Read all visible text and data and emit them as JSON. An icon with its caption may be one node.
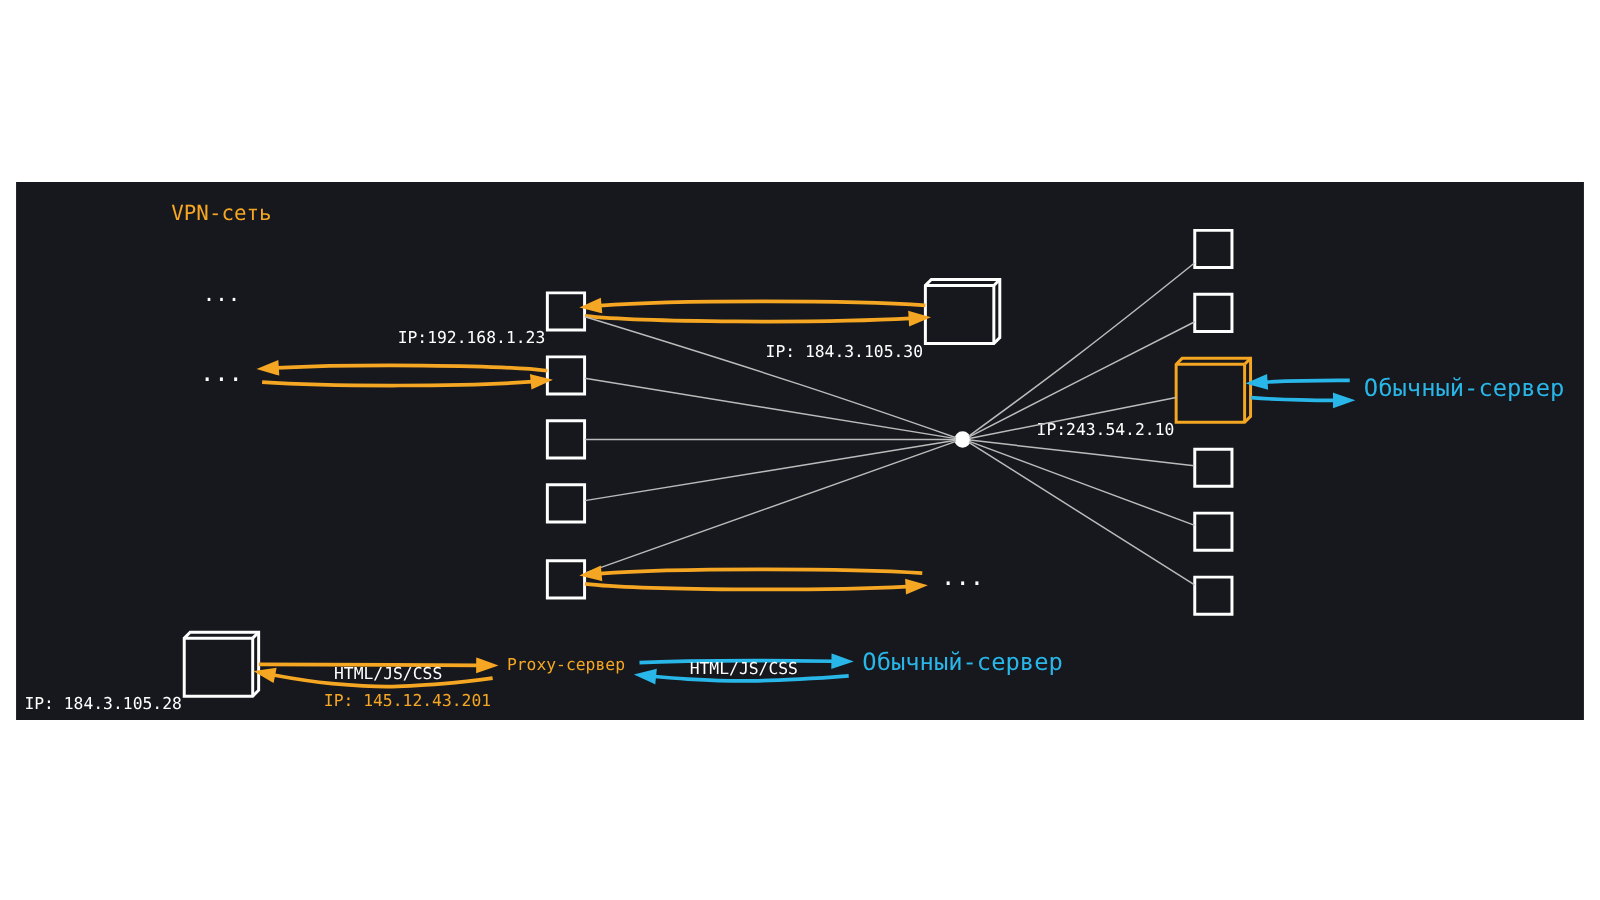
{
  "diagram": {
    "nodes": [
      {
        "text": [],
        "shape": "picture",
        "beside": [
          "IP: 184.3.105.28"
        ]
      },
      {
        "text": [
          "Proxy-сервер"
        ],
        "beside": [
          "IP: 145.12.43.201"
        ]
      },
      {
        "text": [
          "Обычный-сервер"
        ]
      },
      {
        "text": [
          "..."
        ]
      },
      {
        "text": [],
        "shape": "box"
      },
      {
        "text": [],
        "shape": "box"
      },
      {
        "text": [],
        "shape": "box"
      },
      {
        "text": [],
        "shape": "box"
      },
      {
        "text": [],
        "shape": "picture",
        "beside": [
          "IP: 184.3.105.30"
        ]
      },
      {
        "text": [],
        "shape": "box",
        "beside": [
          "IP:192.168.1.23"
        ]
      },
      {
        "text": [],
        "shape": "circle"
      },
      {
        "text": [],
        "shape": "picture",
        "beside": [
          "IP:243.54.2.10"
        ]
      },
      {
        "text": [
          "Обычный-сервер"
        ]
      },
      {
        "text": [],
        "shape": "box"
      },
      {
        "text": [],
        "shape": "box"
      },
      {
        "text": [],
        "shape": "box"
      },
      {
        "text": [],
        "shape": "box"
      },
      {
        "text": [],
        "shape": "box"
      },
      {
        "text": [
          "..."
        ]
      }
    ],
    "edges": [
      {
        "from": 1,
        "to": 0,
        "arrow": "to",
        "label": "HTML/JS/CSS",
        "color": "#f5a623"
      },
      {
        "from": 0,
        "to": 1,
        "arrow": "to",
        "color": "#f5a623"
      },
      {
        "from": 2,
        "to": 1,
        "arrow": "to",
        "label": "HTML/JS/CSS",
        "color": "#29b6e8"
      },
      {
        "from": 1,
        "to": 2,
        "arrow": "to",
        "color": "#29b6e8"
      },
      {
        "from": 6,
        "to": 3,
        "arrow": "to",
        "color": "#f5a623"
      },
      {
        "from": 3,
        "to": 6,
        "arrow": "to",
        "color": "#f5a623"
      },
      {
        "from": 9,
        "to": 8,
        "arrow": "to",
        "color": "#f5a623"
      },
      {
        "from": 8,
        "to": 9,
        "arrow": "to",
        "color": "#f5a623"
      },
      {
        "from": 13,
        "to": 18,
        "arrow": "to",
        "color": "#f5a623"
      },
      {
        "from": 18,
        "to": 13,
        "arrow": "to",
        "color": "#f5a623"
      },
      {
        "from": 12,
        "to": 11,
        "arrow": "to",
        "color": "#29b6e8"
      },
      {
        "from": 11,
        "to": 12,
        "arrow": "to",
        "color": "#29b6e8"
      },
      {
        "from": 4,
        "to": 10,
        "arrow": "none"
      },
      {
        "from": 6,
        "to": 10,
        "arrow": "none"
      },
      {
        "from": 9,
        "to": 10,
        "arrow": "none"
      },
      {
        "from": 13,
        "to": 10,
        "arrow": "none"
      },
      {
        "from": 16,
        "to": 10,
        "arrow": "none"
      },
      {
        "from": 10,
        "to": 5,
        "arrow": "none"
      },
      {
        "from": 10,
        "to": 7,
        "arrow": "none"
      },
      {
        "from": 10,
        "to": 11,
        "arrow": "none"
      },
      {
        "from": 10,
        "to": 14,
        "arrow": "none"
      },
      {
        "from": 10,
        "to": 15,
        "arrow": "none"
      },
      {
        "from": 10,
        "to": 17,
        "arrow": "none"
      }
    ],
    "labels": [
      "...",
      "VPN-сеть"
    ]
  }
}
